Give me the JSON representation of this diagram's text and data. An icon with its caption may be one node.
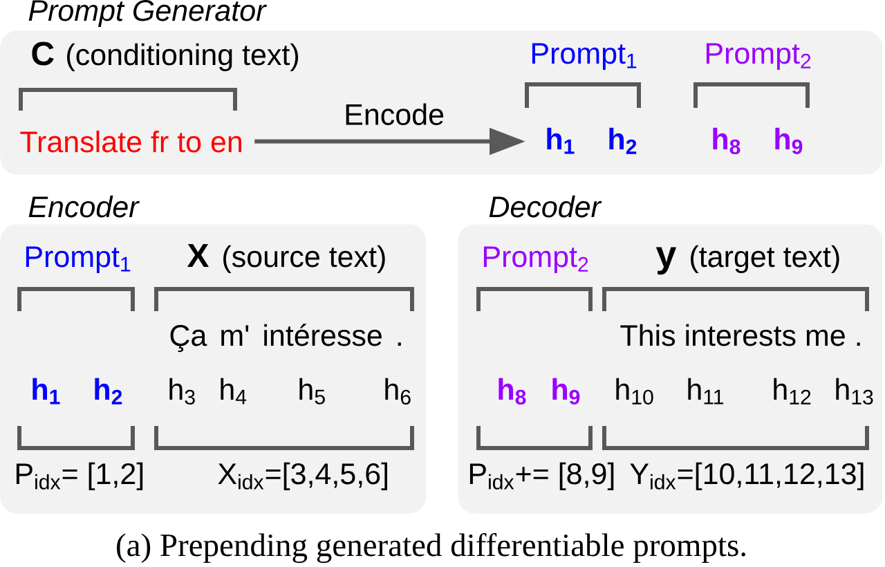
{
  "diagram": {
    "caption": "(a) Prepending generated differentiable prompts.",
    "nodes": [
      {
        "text": [
          "Prompt Generator"
        ]
      },
      {
        "text": [
          "Translate fr to en"
        ],
        "in": 0
      },
      {
        "text": [
          "Encoder"
        ]
      },
      {
        "text": [
          "Decoder"
        ]
      },
      {
        "text": [
          "h$_{1}$",
          "h$_{2}$",
          "h$_{8}$",
          "h$_{9}$"
        ],
        "in": 0
      }
    ],
    "edges": [
      {
        "from": 1,
        "to": 4,
        "arrow": "to",
        "label": "Encode"
      }
    ],
    "labels": [
      "C",
      "(conditioning text)",
      "Prompt$_{1}$",
      "Prompt$_{2}$",
      "Prompt$_{1}$",
      "X",
      "(source text)",
      "Ça m' intéresse .",
      "h$_{1}$",
      "h$_{2}$",
      "h$_{3}$",
      "h$_{4}$",
      "h$_{5}$",
      "h$_{6}$",
      "P$_{idx}$= [1,2]",
      "X$_{idx}$=[3,4,5,6]",
      "Prompt$_{2}$",
      "y",
      "(target text)",
      "This interests me .",
      "h$_{8}$",
      "h$_{9}$",
      "h$_{10}$",
      "h$_{11}$",
      "h$_{12}$",
      "h$_{13}$",
      "P$_{idx}$+= [8,9]",
      "Y$_{idx}$=[10,11,12,13]"
    ]
  }
}
